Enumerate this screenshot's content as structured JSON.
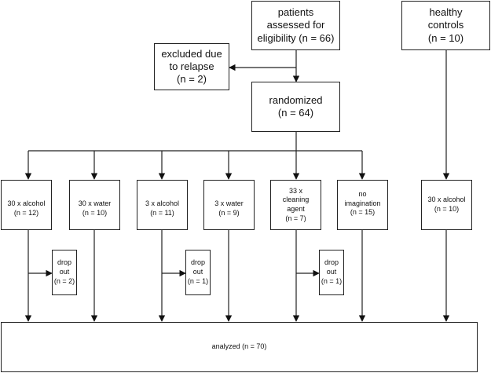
{
  "nodes": {
    "assessed": "patients\nassessed for\neligibility (n = 66)",
    "healthy": "healthy\ncontrols\n(n = 10)",
    "excluded": "excluded due\nto relapse\n(n = 2)",
    "randomized": "randomized\n(n = 64)",
    "alcohol30": "30 x alcohol\n(n = 12)",
    "water30": "30 x water\n(n = 10)",
    "alcohol3": "3 x alcohol\n(n = 11)",
    "water3": "3 x water\n(n = 9)",
    "cleaning33": "33 x\ncleaning\nagent\n(n = 7)",
    "noimag": "no\nimagination\n(n = 15)",
    "controls_alcohol30": "30 x alcohol\n(n = 10)",
    "drop1": "drop\nout\n(n = 2)",
    "drop2": "drop\nout\n(n = 1)",
    "drop3": "drop\nout\n(n = 1)",
    "analyzed": "analyzed (n = 70)"
  }
}
